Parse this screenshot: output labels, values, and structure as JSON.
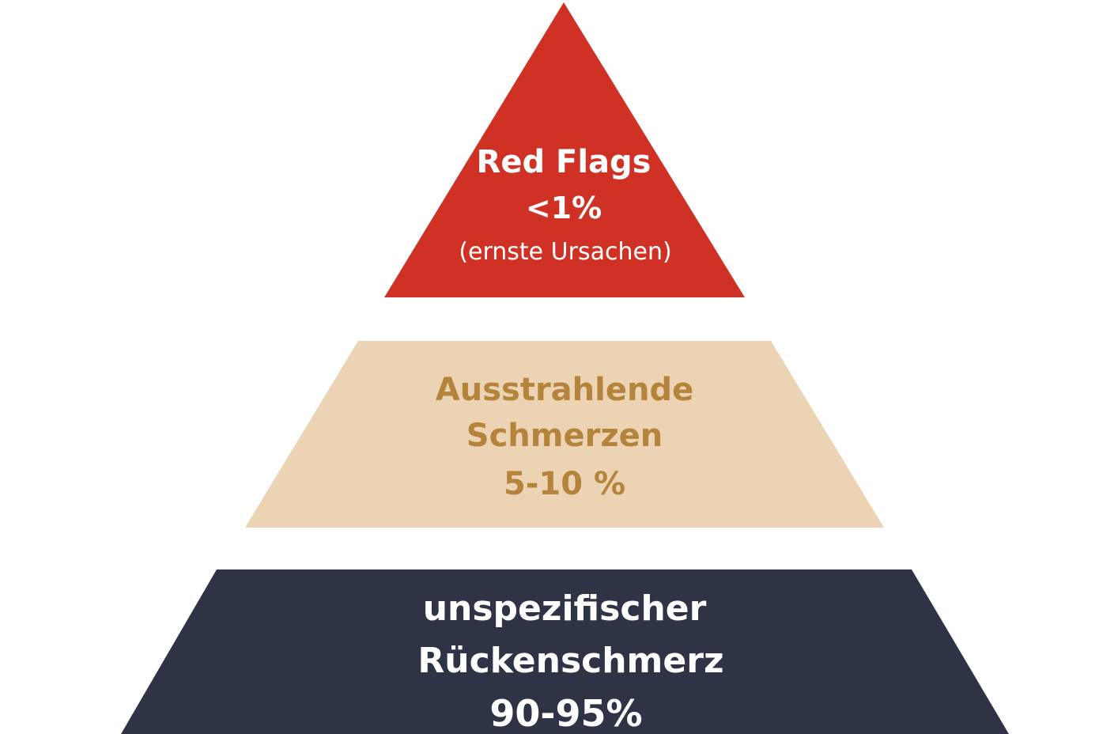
{
  "colors": {
    "top": "#cf3225",
    "middle": "#ebd3b4",
    "middle_text": "#b5843c",
    "bottom": "#2e3446",
    "light_text": "#ffffff"
  },
  "tiers": {
    "top": {
      "line1": "Red Flags",
      "line2": "<1%",
      "line3": "(ernste Ursachen)"
    },
    "middle": {
      "line1": "Ausstrahlende",
      "line2": "Schmerzen",
      "line3": "5-10 %"
    },
    "bottom": {
      "line1": "unspezifischer",
      "line2": "Rückenschmerz",
      "line3": "90-95%"
    }
  }
}
